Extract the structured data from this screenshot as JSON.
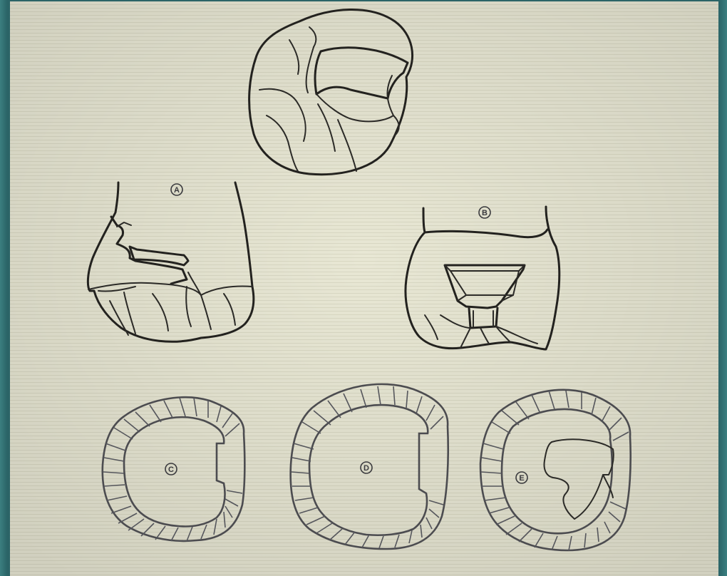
{
  "labels": {
    "a": "A",
    "b": "B",
    "c": "C",
    "d": "D",
    "e": "E"
  },
  "colors": {
    "paper": "#e9e8d6",
    "ink": "#23221f",
    "frame": "#2e6b6e"
  }
}
